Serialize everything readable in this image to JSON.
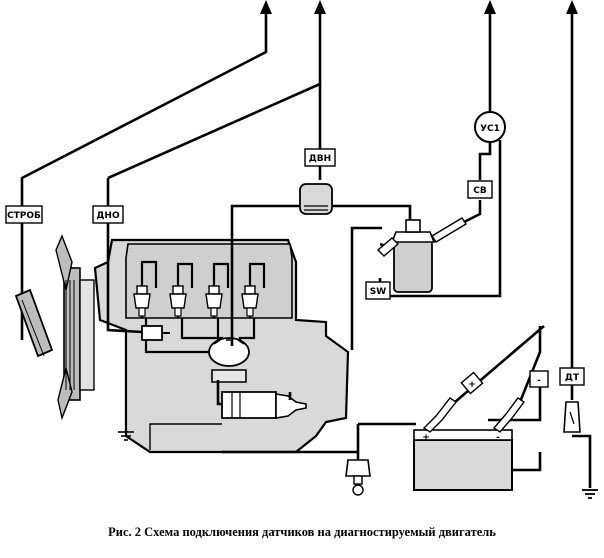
{
  "labels": {
    "strobe": "СТРОБ",
    "dno": "ДНО",
    "dvn": "ДВН",
    "us1": "УС1",
    "sv": "СВ",
    "sw": "SW",
    "minus": "-",
    "plus": "+",
    "dt": "ДТ",
    "battery_plus": "+",
    "battery_minus": "-"
  },
  "caption": "Рис. 2 Схема подключения датчиков на диагностируемый двигатель"
}
